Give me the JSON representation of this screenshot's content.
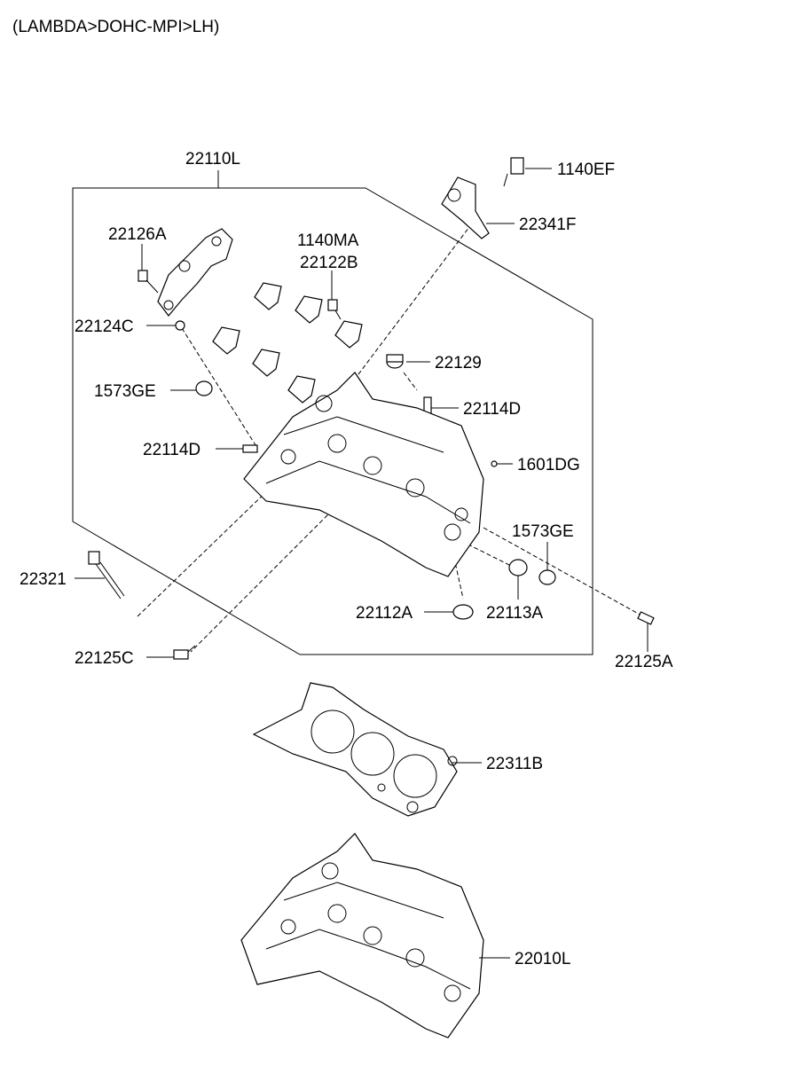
{
  "header": {
    "title": "(LAMBDA>DOHC-MPI>LH)"
  },
  "labels": {
    "p22110L": "22110L",
    "p1140EF": "1140EF",
    "p22341F": "22341F",
    "p22126A": "22126A",
    "p1140MA": "1140MA",
    "p22122B": "22122B",
    "p22124C": "22124C",
    "p22129": "22129",
    "p1573GE_a": "1573GE",
    "p22114D_a": "22114D",
    "p22114D_b": "22114D",
    "p1601DG": "1601DG",
    "p1573GE_b": "1573GE",
    "p22321": "22321",
    "p22112A": "22112A",
    "p22113A": "22113A",
    "p22125C": "22125C",
    "p22125A": "22125A",
    "p22311B": "22311B",
    "p22010L": "22010L"
  }
}
